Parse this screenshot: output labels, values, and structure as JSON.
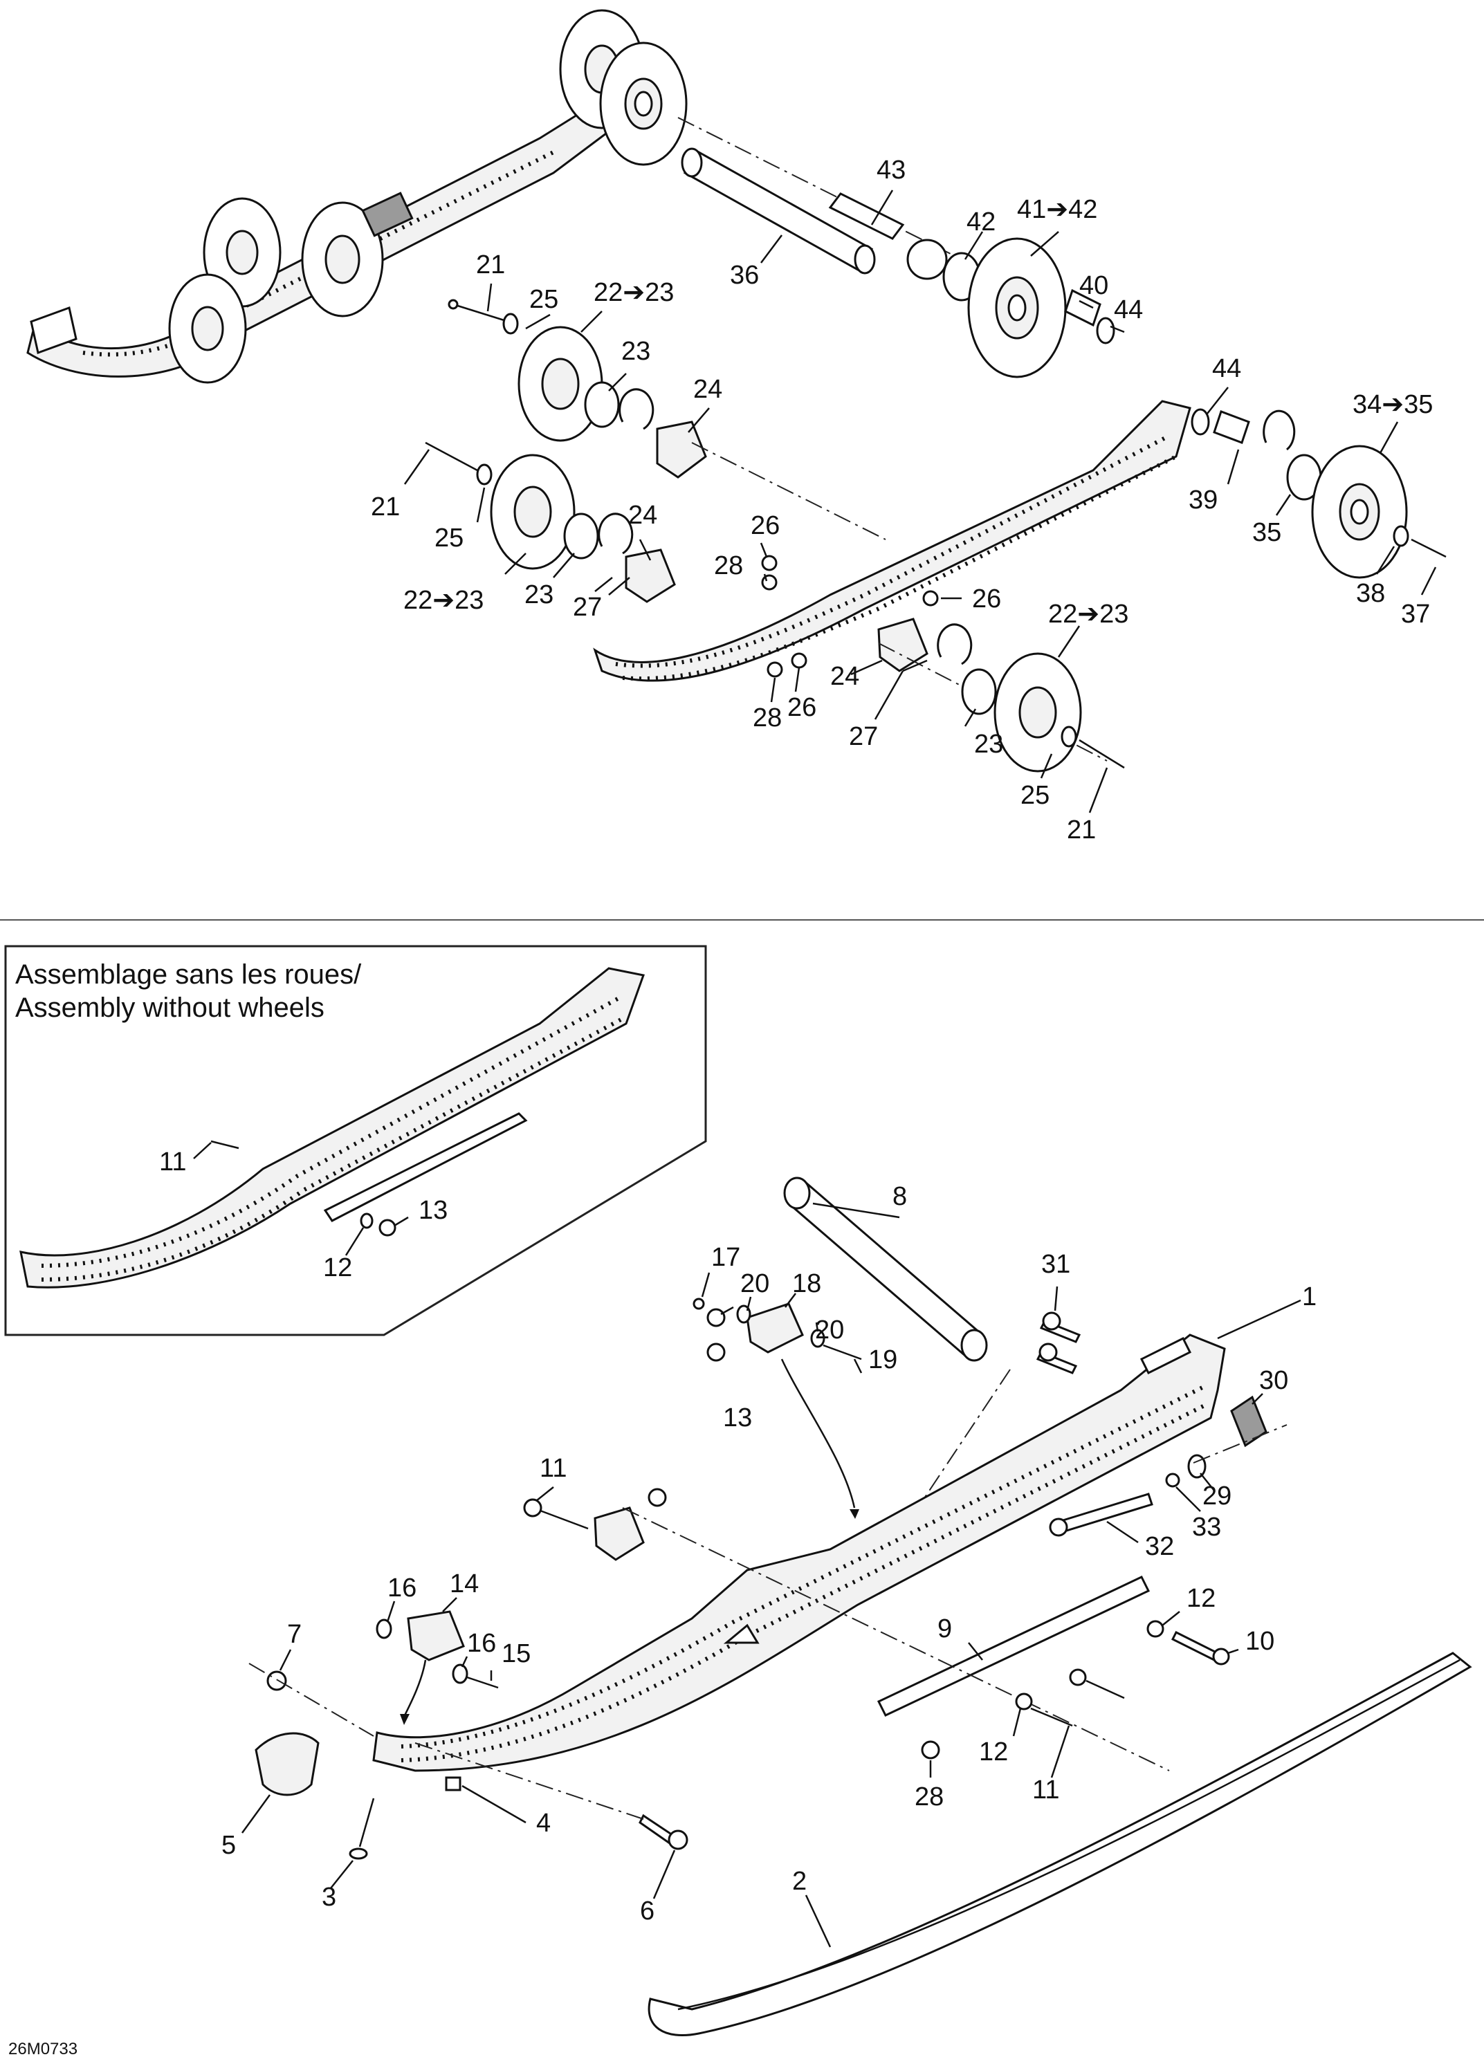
{
  "inset": {
    "title_line1": "Assemblage sans les roues/",
    "title_line2": "Assembly without wheels"
  },
  "drawing_code": "26M0733",
  "callouts": {
    "top": [
      "43",
      "42",
      "41➔42",
      "36",
      "40",
      "44",
      "44",
      "34➔35",
      "21",
      "25",
      "22➔23",
      "23",
      "24",
      "21",
      "25",
      "22➔23",
      "23",
      "24",
      "27",
      "26",
      "28",
      "26",
      "22➔23",
      "39",
      "35",
      "38",
      "37",
      "24",
      "27",
      "23",
      "25",
      "21",
      "28",
      "26"
    ],
    "inset": [
      "11",
      "13",
      "12"
    ],
    "bottom": [
      "8",
      "17",
      "20",
      "18",
      "20",
      "19",
      "31",
      "1",
      "30",
      "13",
      "11",
      "29",
      "33",
      "32",
      "16",
      "14",
      "16",
      "15",
      "7",
      "12",
      "10",
      "9",
      "12",
      "11",
      "28",
      "5",
      "4",
      "3",
      "6",
      "2"
    ]
  }
}
